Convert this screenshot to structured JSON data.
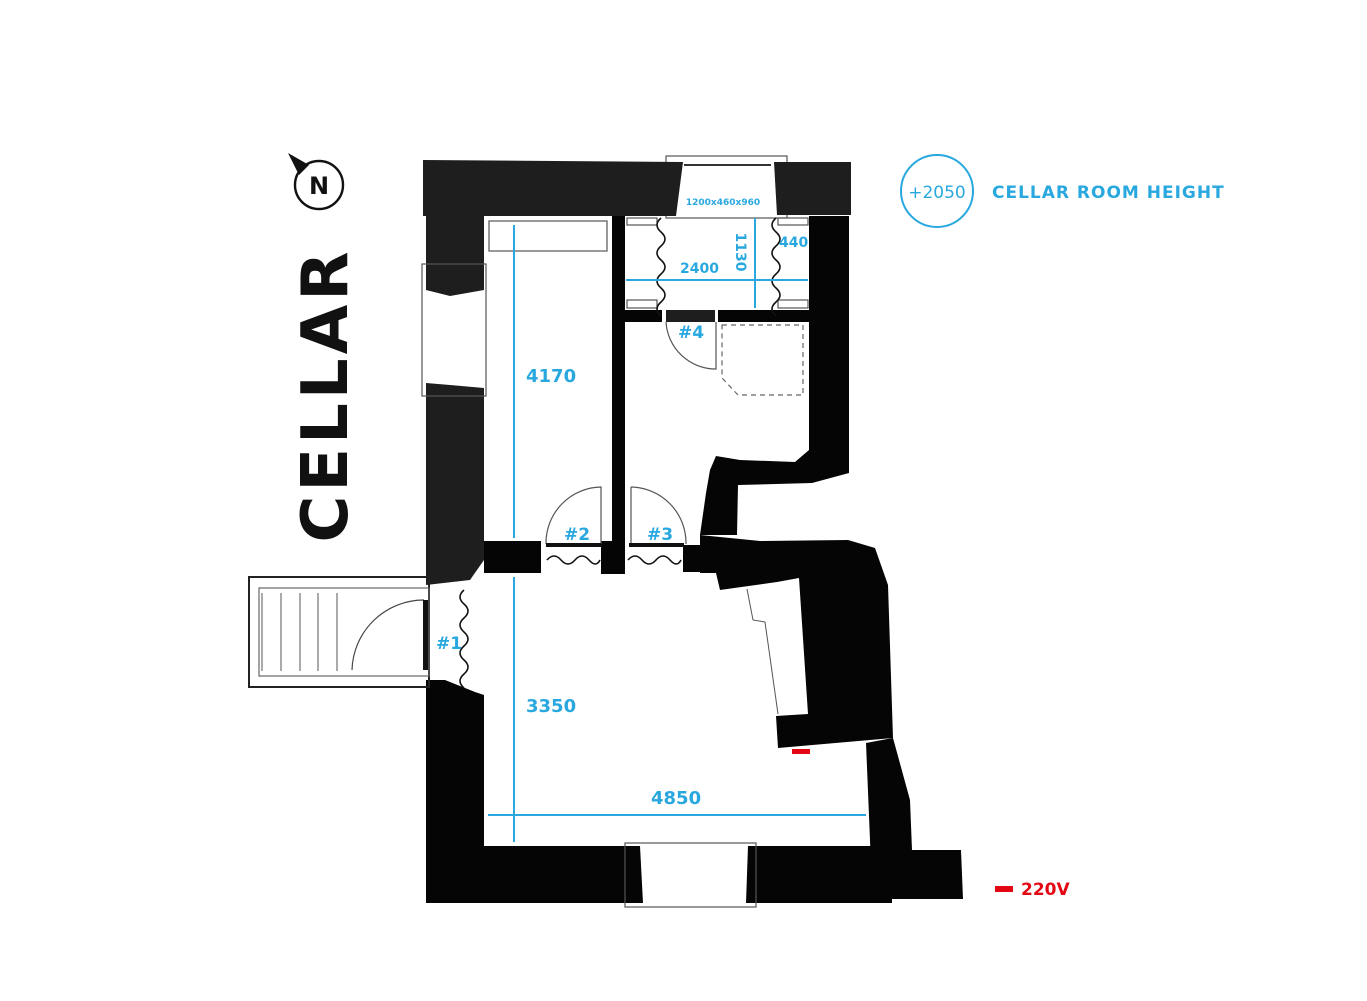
{
  "title": "CELLAR",
  "compass": {
    "label": "N",
    "icon": "north-arrow-icon"
  },
  "legend": {
    "height_badge": "+2050",
    "height_label": "CELLAR ROOM HEIGHT",
    "power_label": "220V",
    "colors": {
      "dimension": "#29a8e0",
      "power": "#e30613",
      "wall": "#050505"
    }
  },
  "dimensions": {
    "window_size": "1200x460x960",
    "top_room_width": "2400",
    "top_room_depth": "1130",
    "top_right_niche": "440",
    "left_room_length": "4170",
    "main_room_length": "3350",
    "main_room_width": "4850"
  },
  "doors": [
    {
      "id": "#1"
    },
    {
      "id": "#2"
    },
    {
      "id": "#3"
    },
    {
      "id": "#4"
    }
  ]
}
